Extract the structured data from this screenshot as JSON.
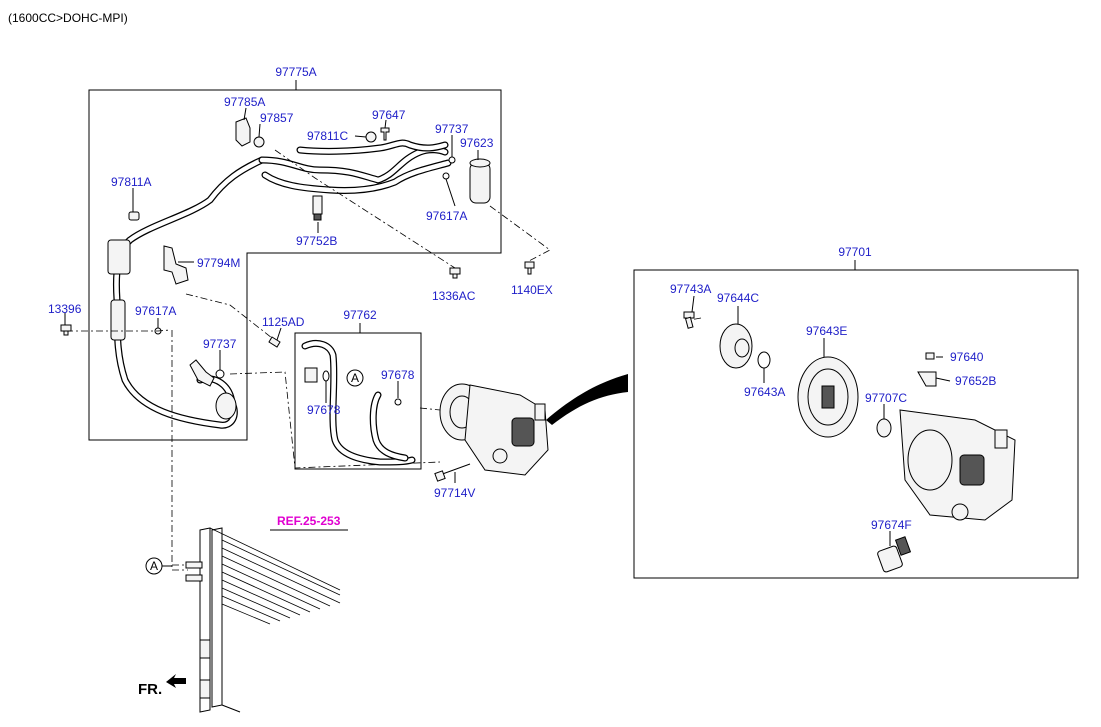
{
  "header": {
    "engine_spec": "(1600CC>DOHC-MPI)"
  },
  "groups": {
    "hose_assembly": "97775A",
    "compressor_line": "97762",
    "compressor_assembly": "97701"
  },
  "parts": {
    "p97785A": "97785A",
    "p97857": "97857",
    "p97647": "97647",
    "p97811C": "97811C",
    "p97737_top": "97737",
    "p97623": "97623",
    "p97617A_top": "97617A",
    "p97811A": "97811A",
    "p97752B": "97752B",
    "p97794M": "97794M",
    "p1336AC": "1336AC",
    "p1140EX": "1140EX",
    "p13396": "13396",
    "p97617A_left": "97617A",
    "p97737_left": "97737",
    "p1125AD": "1125AD",
    "p97678_a": "97678",
    "p97678_b": "97678",
    "p97714V": "97714V",
    "p97743A": "97743A",
    "p97644C": "97644C",
    "p97643E": "97643E",
    "p97643A": "97643A",
    "p97640": "97640",
    "p97652B": "97652B",
    "p97707C": "97707C",
    "p97674F": "97674F"
  },
  "markers": {
    "a_upper": "A",
    "a_lower": "A"
  },
  "reference": "REF.25-253",
  "front_indicator": "FR.",
  "colors": {
    "label_blue": "#1e1ec8",
    "reference_magenta": "#e000d0",
    "line_black": "#000000"
  }
}
